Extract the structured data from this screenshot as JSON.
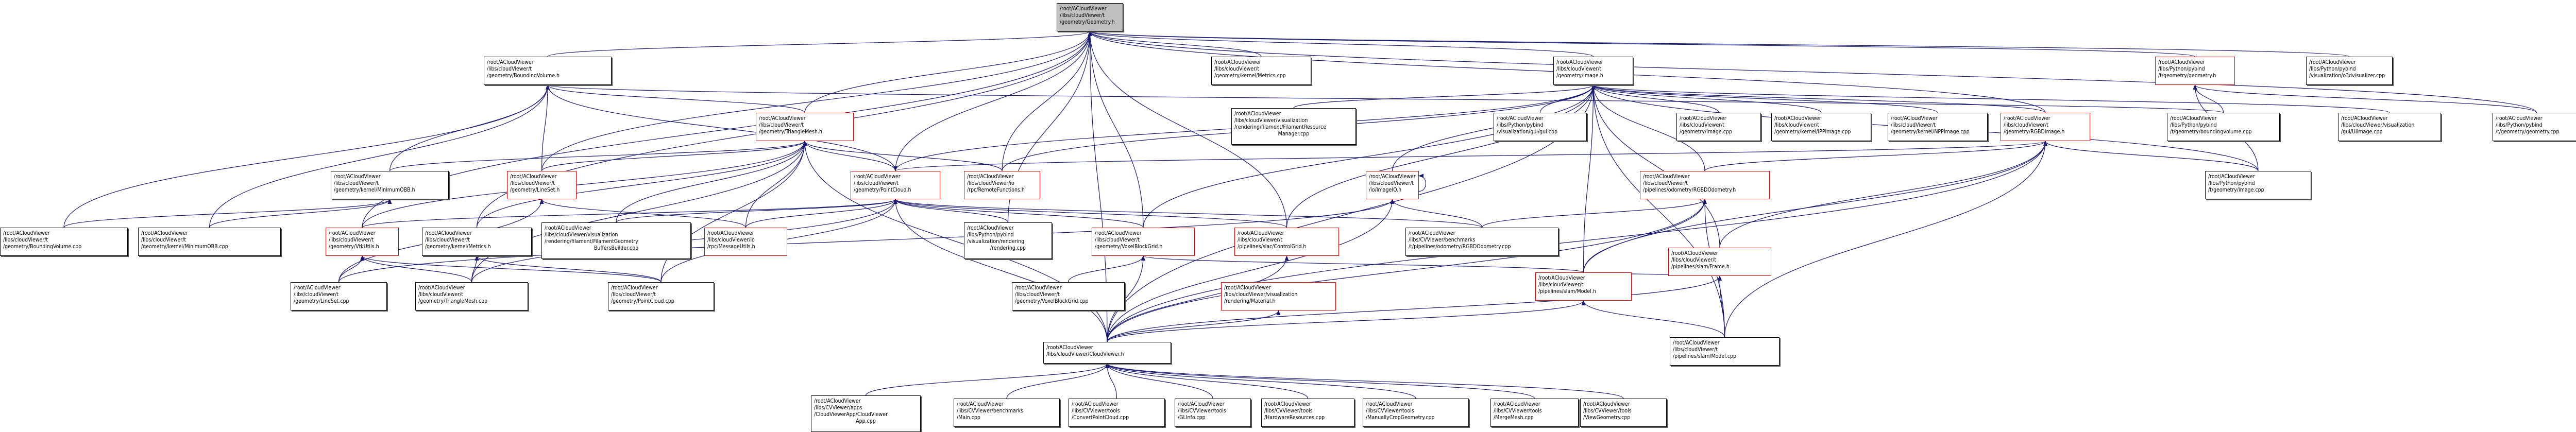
{
  "title": "Dependency graph: /root/ACloudViewer/libs/cloudViewer/t/geometry/Geometry.h",
  "colors": {
    "edge": "#191970",
    "root_fill": "#bfbfbf",
    "red_border": "#e00000",
    "normal_border": "#000000"
  },
  "nodes": [
    {
      "id": "geometry_h",
      "lines": [
        "/root/ACloudViewer",
        "/libs/cloudViewer/t",
        "/geometry/Geometry.h"
      ],
      "style": "root"
    },
    {
      "id": "boundingvolume_h",
      "lines": [
        "/root/ACloudViewer",
        "/libs/cloudViewer/t",
        "/geometry/BoundingVolume.h"
      ],
      "style": "normal"
    },
    {
      "id": "metrics_cpp",
      "lines": [
        "/root/ACloudViewer",
        "/libs/cloudViewer/t",
        "/geometry/kernel/Metrics.cpp"
      ],
      "style": "normal"
    },
    {
      "id": "image_h",
      "lines": [
        "/root/ACloudViewer",
        "/libs/cloudViewer/t",
        "/geometry/Image.h"
      ],
      "style": "normal"
    },
    {
      "id": "pybind_geometry_h",
      "lines": [
        "/root/ACloudViewer",
        "/libs/Python/pybind",
        "/t/geometry/geometry.h"
      ],
      "style": "red"
    },
    {
      "id": "o3dvisualizer_cpp",
      "lines": [
        "/root/ACloudViewer",
        "/libs/Python/pybind",
        "/visualization/o3dvisualizer.cpp"
      ],
      "style": "normal"
    },
    {
      "id": "trianglemesh_h",
      "lines": [
        "/root/ACloudViewer",
        "/libs/cloudViewer/t",
        "/geometry/TriangleMesh.h"
      ],
      "style": "red"
    },
    {
      "id": "filamentresource_cpp",
      "lines": [
        "/root/ACloudViewer",
        "/libs/cloudViewer/visualization",
        "/rendering/filament/FilamentResource",
        "Manager.cpp"
      ],
      "style": "normal"
    },
    {
      "id": "gui_cpp",
      "lines": [
        "/root/ACloudViewer",
        "/libs/Python/pybind",
        "/visualization/gui/gui.cpp"
      ],
      "style": "normal"
    },
    {
      "id": "image_cpp",
      "lines": [
        "/root/ACloudViewer",
        "/libs/cloudViewer/t",
        "/geometry/Image.cpp"
      ],
      "style": "normal"
    },
    {
      "id": "ippimage_cpp",
      "lines": [
        "/root/ACloudViewer",
        "/libs/cloudViewer/t",
        "/geometry/kernel/IPPImage.cpp"
      ],
      "style": "normal"
    },
    {
      "id": "nppimage_cpp",
      "lines": [
        "/root/ACloudViewer",
        "/libs/cloudViewer/t",
        "/geometry/kernel/NPPImage.cpp"
      ],
      "style": "normal"
    },
    {
      "id": "rgbdimage_h",
      "lines": [
        "/root/ACloudViewer",
        "/libs/cloudViewer/t",
        "/geometry/RGBDImage.h"
      ],
      "style": "red"
    },
    {
      "id": "pybind_boundingvolume_cpp",
      "lines": [
        "/root/ACloudViewer",
        "/libs/Python/pybind",
        "/t/geometry/boundingvolume.cpp"
      ],
      "style": "normal"
    },
    {
      "id": "uiimage_cpp",
      "lines": [
        "/root/ACloudViewer",
        "/libs/cloudViewer/visualization",
        "/gui/UIImage.cpp"
      ],
      "style": "normal"
    },
    {
      "id": "pybind_geometry_cpp",
      "lines": [
        "/root/ACloudViewer",
        "/libs/Python/pybind",
        "/t/geometry/geometry.cpp"
      ],
      "style": "normal"
    },
    {
      "id": "minimumobb_h",
      "lines": [
        "/root/ACloudViewer",
        "/libs/cloudViewer/t",
        "/geometry/kernel/MinimumOBB.h"
      ],
      "style": "normal"
    },
    {
      "id": "lineset_h",
      "lines": [
        "/root/ACloudViewer",
        "/libs/cloudViewer/t",
        "/geometry/LineSet.h"
      ],
      "style": "red"
    },
    {
      "id": "pointcloud_h",
      "lines": [
        "/root/ACloudViewer",
        "/libs/cloudViewer/t",
        "/geometry/PointCloud.h"
      ],
      "style": "red"
    },
    {
      "id": "remotefunctions_h",
      "lines": [
        "/root/ACloudViewer",
        "/libs/cloudViewer/io",
        "/rpc/RemoteFunctions.h"
      ],
      "style": "red"
    },
    {
      "id": "imageio_h",
      "lines": [
        "/root/ACloudViewer",
        "/libs/cloudViewer/t",
        "/io/ImageIO.h"
      ],
      "style": "red"
    },
    {
      "id": "rgbdodometry_h",
      "lines": [
        "/root/ACloudViewer",
        "/libs/cloudViewer/t",
        "/pipelines/odometry/RGBDOdometry.h"
      ],
      "style": "red"
    },
    {
      "id": "pybind_image_cpp",
      "lines": [
        "/root/ACloudViewer",
        "/libs/Python/pybind",
        "/t/geometry/image.cpp"
      ],
      "style": "normal"
    },
    {
      "id": "boundingvolume_cpp",
      "lines": [
        "/root/ACloudViewer",
        "/libs/cloudViewer/t",
        "/geometry/BoundingVolume.cpp"
      ],
      "style": "normal"
    },
    {
      "id": "minimumobb_cpp",
      "lines": [
        "/root/ACloudViewer",
        "/libs/cloudViewer/t",
        "/geometry/kernel/MinimumOBB.cpp"
      ],
      "style": "normal"
    },
    {
      "id": "vtkutils_h",
      "lines": [
        "/root/ACloudViewer",
        "/libs/cloudViewer/t",
        "/geometry/VtkUtils.h"
      ],
      "style": "red"
    },
    {
      "id": "metrics_h",
      "lines": [
        "/root/ACloudViewer",
        "/libs/cloudViewer/t",
        "/geometry/kernel/Metrics.h"
      ],
      "style": "normal"
    },
    {
      "id": "filamentgeometry_cpp",
      "lines": [
        "/root/ACloudViewer",
        "/libs/cloudViewer/visualization",
        "/rendering/filament/FilamentGeometry",
        "BuffersBuilder.cpp"
      ],
      "style": "normal"
    },
    {
      "id": "messageutils_h",
      "lines": [
        "/root/ACloudViewer",
        "/libs/cloudViewer/io",
        "/rpc/MessageUtils.h"
      ],
      "style": "red"
    },
    {
      "id": "pybind_rendering_cpp",
      "lines": [
        "/root/ACloudViewer",
        "/libs/Python/pybind",
        "/visualization/rendering",
        "/rendering.cpp"
      ],
      "style": "normal"
    },
    {
      "id": "voxelblockgrid_h",
      "lines": [
        "/root/ACloudViewer",
        "/libs/cloudViewer/t",
        "/geometry/VoxelBlockGrid.h"
      ],
      "style": "red"
    },
    {
      "id": "controlgrid_h",
      "lines": [
        "/root/ACloudViewer",
        "/libs/cloudViewer/t",
        "/pipelines/slac/ControlGrid.h"
      ],
      "style": "red"
    },
    {
      "id": "bench_rgbdodometry_cpp",
      "lines": [
        "/root/ACloudViewer",
        "/libs/CVViewer/benchmarks",
        "/t/pipelines/odometry/RGBDOdometry.cpp"
      ],
      "style": "normal"
    },
    {
      "id": "slamframe_h",
      "lines": [
        "/root/ACloudViewer",
        "/libs/cloudViewer/t",
        "/pipelines/slam/Frame.h"
      ],
      "style": "red"
    },
    {
      "id": "lineset_cpp",
      "lines": [
        "/root/ACloudViewer",
        "/libs/cloudViewer/t",
        "/geometry/LineSet.cpp"
      ],
      "style": "normal"
    },
    {
      "id": "trianglemesh_cpp",
      "lines": [
        "/root/ACloudViewer",
        "/libs/cloudViewer/t",
        "/geometry/TriangleMesh.cpp"
      ],
      "style": "normal"
    },
    {
      "id": "pointcloud_cpp",
      "lines": [
        "/root/ACloudViewer",
        "/libs/cloudViewer/t",
        "/geometry/PointCloud.cpp"
      ],
      "style": "normal"
    },
    {
      "id": "voxelblockgrid_cpp",
      "lines": [
        "/root/ACloudViewer",
        "/libs/cloudViewer/t",
        "/geometry/VoxelBlockGrid.cpp"
      ],
      "style": "normal"
    },
    {
      "id": "material_h",
      "lines": [
        "/root/ACloudViewer",
        "/libs/cloudViewer/visualization",
        "/rendering/Material.h"
      ],
      "style": "red"
    },
    {
      "id": "slammodel_h",
      "lines": [
        "/root/ACloudViewer",
        "/libs/cloudViewer/t",
        "/pipelines/slam/Model.h"
      ],
      "style": "red"
    },
    {
      "id": "slammodel_cpp",
      "lines": [
        "/root/ACloudViewer",
        "/libs/cloudViewer/t",
        "/pipelines/slam/Model.cpp"
      ],
      "style": "normal"
    },
    {
      "id": "cloudviewer_h",
      "lines": [
        "/root/ACloudViewer",
        "/libs/cloudViewer/CloudViewer.h"
      ],
      "style": "normal"
    },
    {
      "id": "cloudviewerapp_cpp",
      "lines": [
        "/root/ACloudViewer",
        "/libs/CVViewer/apps",
        "/CloudViewerApp/CloudViewer",
        "App.cpp"
      ],
      "style": "normal"
    },
    {
      "id": "bench_main_cpp",
      "lines": [
        "/root/ACloudViewer",
        "/libs/CVViewer/benchmarks",
        "/Main.cpp"
      ],
      "style": "normal"
    },
    {
      "id": "convertpointcloud_cpp",
      "lines": [
        "/root/ACloudViewer",
        "/libs/CVViewer/tools",
        "/ConvertPointCloud.cpp"
      ],
      "style": "normal"
    },
    {
      "id": "glinfo_cpp",
      "lines": [
        "/root/ACloudViewer",
        "/libs/CVViewer/tools",
        "/GLInfo.cpp"
      ],
      "style": "normal"
    },
    {
      "id": "hardwareresources_cpp",
      "lines": [
        "/root/ACloudViewer",
        "/libs/CVViewer/tools",
        "/HardwareResources.cpp"
      ],
      "style": "normal"
    },
    {
      "id": "manuallycropgeometry_cpp",
      "lines": [
        "/root/ACloudViewer",
        "/libs/CVViewer/tools",
        "/ManuallyCropGeometry.cpp"
      ],
      "style": "normal"
    },
    {
      "id": "mergemesh_cpp",
      "lines": [
        "/root/ACloudViewer",
        "/libs/CVViewer/tools",
        "/MergeMesh.cpp"
      ],
      "style": "normal"
    },
    {
      "id": "viewgeometry_cpp",
      "lines": [
        "/root/ACloudViewer",
        "/libs/CVViewer/tools",
        "/ViewGeometry.cpp"
      ],
      "style": "normal"
    }
  ],
  "edges": [
    [
      "boundingvolume_h",
      "geometry_h"
    ],
    [
      "metrics_cpp",
      "geometry_h"
    ],
    [
      "image_h",
      "geometry_h"
    ],
    [
      "pybind_geometry_h",
      "geometry_h"
    ],
    [
      "o3dvisualizer_cpp",
      "geometry_h"
    ],
    [
      "trianglemesh_h",
      "geometry_h"
    ],
    [
      "lineset_h",
      "geometry_h"
    ],
    [
      "pointcloud_h",
      "geometry_h"
    ],
    [
      "vtkutils_h",
      "geometry_h"
    ],
    [
      "metrics_h",
      "geometry_h"
    ],
    [
      "voxelblockgrid_h",
      "geometry_h"
    ],
    [
      "controlgrid_h",
      "geometry_h"
    ],
    [
      "remotefunctions_h",
      "geometry_h"
    ],
    [
      "cloudviewer_h",
      "geometry_h"
    ],
    [
      "pybind_geometry_cpp",
      "geometry_h"
    ],
    [
      "rgbdimage_h",
      "geometry_h"
    ],
    [
      "pybind_rendering_cpp",
      "geometry_h"
    ],
    [
      "minimumobb_h",
      "boundingvolume_h"
    ],
    [
      "boundingvolume_cpp",
      "boundingvolume_h"
    ],
    [
      "minimumobb_cpp",
      "boundingvolume_h"
    ],
    [
      "lineset_h",
      "boundingvolume_h"
    ],
    [
      "pybind_boundingvolume_cpp",
      "boundingvolume_h"
    ],
    [
      "pointcloud_h",
      "boundingvolume_h"
    ],
    [
      "trianglemesh_h",
      "boundingvolume_h"
    ],
    [
      "filamentresource_cpp",
      "image_h"
    ],
    [
      "gui_cpp",
      "image_h"
    ],
    [
      "image_cpp",
      "image_h"
    ],
    [
      "ippimage_cpp",
      "image_h"
    ],
    [
      "nppimage_cpp",
      "image_h"
    ],
    [
      "rgbdimage_h",
      "image_h"
    ],
    [
      "uiimage_cpp",
      "image_h"
    ],
    [
      "pybind_image_cpp",
      "image_h"
    ],
    [
      "imageio_h",
      "image_h"
    ],
    [
      "pointcloud_h",
      "image_h"
    ],
    [
      "remotefunctions_h",
      "image_h"
    ],
    [
      "voxelblockgrid_h",
      "image_h"
    ],
    [
      "controlgrid_h",
      "image_h"
    ],
    [
      "slamframe_h",
      "image_h"
    ],
    [
      "slammodel_h",
      "image_h"
    ],
    [
      "cloudviewer_h",
      "image_h"
    ],
    [
      "rgbdodometry_h",
      "image_h"
    ],
    [
      "slammodel_cpp",
      "image_h"
    ],
    [
      "pybind_boundingvolume_cpp",
      "pybind_geometry_h"
    ],
    [
      "pybind_geometry_cpp",
      "pybind_geometry_h"
    ],
    [
      "pybind_image_cpp",
      "pybind_geometry_h"
    ],
    [
      "lineset_h",
      "trianglemesh_h"
    ],
    [
      "pointcloud_h",
      "trianglemesh_h"
    ],
    [
      "vtkutils_h",
      "trianglemesh_h"
    ],
    [
      "metrics_h",
      "trianglemesh_h"
    ],
    [
      "filamentgeometry_cpp",
      "trianglemesh_h"
    ],
    [
      "messageutils_h",
      "trianglemesh_h"
    ],
    [
      "remotefunctions_h",
      "trianglemesh_h"
    ],
    [
      "trianglemesh_cpp",
      "trianglemesh_h"
    ],
    [
      "pointcloud_cpp",
      "trianglemesh_h"
    ],
    [
      "cloudviewer_h",
      "trianglemesh_h"
    ],
    [
      "minimumobb_h",
      "trianglemesh_h"
    ],
    [
      "rgbdimage_h",
      "pointcloud_h"
    ],
    [
      "vtkutils_h",
      "pointcloud_h"
    ],
    [
      "messageutils_h",
      "pointcloud_h"
    ],
    [
      "voxelblockgrid_h",
      "pointcloud_h"
    ],
    [
      "controlgrid_h",
      "pointcloud_h"
    ],
    [
      "pointcloud_cpp",
      "pointcloud_h"
    ],
    [
      "trianglemesh_cpp",
      "pointcloud_h"
    ],
    [
      "cloudviewer_h",
      "pointcloud_h"
    ],
    [
      "filamentgeometry_cpp",
      "pointcloud_h"
    ],
    [
      "pybind_rendering_cpp",
      "pointcloud_h"
    ],
    [
      "bench_rgbdodometry_cpp",
      "pointcloud_h"
    ],
    [
      "slamframe_h",
      "rgbdimage_h"
    ],
    [
      "slammodel_h",
      "rgbdimage_h"
    ],
    [
      "rgbdodometry_h",
      "rgbdimage_h"
    ],
    [
      "cloudviewer_h",
      "rgbdimage_h"
    ],
    [
      "pybind_image_cpp",
      "rgbdimage_h"
    ],
    [
      "slammodel_cpp",
      "rgbdimage_h"
    ],
    [
      "imageio_h",
      "imageio_h"
    ],
    [
      "bench_rgbdodometry_cpp",
      "imageio_h"
    ],
    [
      "cloudviewer_h",
      "imageio_h"
    ],
    [
      "lineset_cpp",
      "imageio_h"
    ],
    [
      "bench_rgbdodometry_cpp",
      "rgbdodometry_h"
    ],
    [
      "cloudviewer_h",
      "rgbdodometry_h"
    ],
    [
      "slammodel_h",
      "rgbdodometry_h"
    ],
    [
      "slammodel_cpp",
      "rgbdodometry_h"
    ],
    [
      "lineset_cpp",
      "vtkutils_h"
    ],
    [
      "trianglemesh_cpp",
      "vtkutils_h"
    ],
    [
      "pointcloud_cpp",
      "vtkutils_h"
    ],
    [
      "trianglemesh_cpp",
      "metrics_h"
    ],
    [
      "pointcloud_cpp",
      "metrics_h"
    ],
    [
      "lineset_cpp",
      "lineset_h"
    ],
    [
      "minimumobb_cpp",
      "minimumobb_h"
    ],
    [
      "boundingvolume_cpp",
      "minimumobb_h"
    ],
    [
      "messageutils_h",
      "lineset_h"
    ],
    [
      "voxelblockgrid_cpp",
      "voxelblockgrid_h"
    ],
    [
      "cloudviewer_h",
      "voxelblockgrid_h"
    ],
    [
      "slammodel_h",
      "voxelblockgrid_h"
    ],
    [
      "cloudviewer_h",
      "controlgrid_h"
    ],
    [
      "cloudviewer_h",
      "material_h"
    ],
    [
      "slammodel_h",
      "slamframe_h"
    ],
    [
      "cloudviewer_h",
      "slamframe_h"
    ],
    [
      "slammodel_cpp",
      "slamframe_h"
    ],
    [
      "cloudviewer_h",
      "slammodel_h"
    ],
    [
      "slammodel_cpp",
      "slammodel_h"
    ],
    [
      "cloudviewerapp_cpp",
      "cloudviewer_h"
    ],
    [
      "bench_main_cpp",
      "cloudviewer_h"
    ],
    [
      "convertpointcloud_cpp",
      "cloudviewer_h"
    ],
    [
      "glinfo_cpp",
      "cloudviewer_h"
    ],
    [
      "hardwareresources_cpp",
      "cloudviewer_h"
    ],
    [
      "manuallycropgeometry_cpp",
      "cloudviewer_h"
    ],
    [
      "mergemesh_cpp",
      "cloudviewer_h"
    ],
    [
      "viewgeometry_cpp",
      "cloudviewer_h"
    ]
  ]
}
